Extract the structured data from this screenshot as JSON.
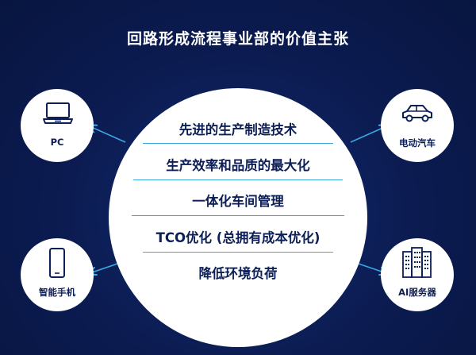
{
  "title": "回路形成流程事业部的价值主张",
  "center_items": [
    "先进的生产制造技术",
    "生产效率和品质的最大化",
    "一体化车间管理",
    "TCO优化 (总拥有成本优化)",
    "降低环境负荷"
  ],
  "nodes": {
    "pc": {
      "label": "PC",
      "icon": "laptop-icon"
    },
    "ev": {
      "label": "电动汽车",
      "icon": "car-icon"
    },
    "phone": {
      "label": "智能手机",
      "icon": "smartphone-icon"
    },
    "server": {
      "label": "AI服务器",
      "icon": "server-icon"
    }
  },
  "colors": {
    "background": "#0b1b50",
    "text_dark": "#0d1f57",
    "accent": "#3ba7e0"
  }
}
